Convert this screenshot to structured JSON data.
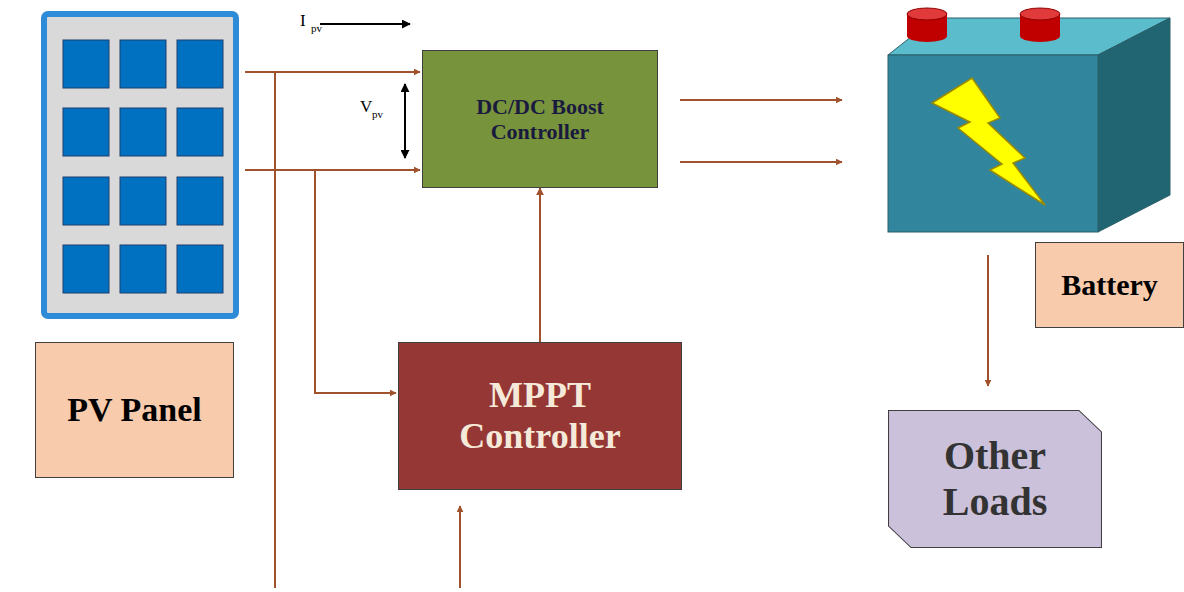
{
  "diagram": {
    "nodes": [
      {
        "text": [
          "PV Panel"
        ]
      },
      {
        "text": [
          "DC/DC Boost Controller"
        ]
      },
      {
        "text": [
          "MPPT Controller"
        ]
      },
      {
        "text": [
          "Battery"
        ]
      },
      {
        "text": [
          "Other Loads"
        ]
      }
    ],
    "edges": [
      {
        "from": 2,
        "to": 1,
        "arrow": "to"
      }
    ],
    "labels": [
      "I",
      "pv",
      "V",
      "pv"
    ]
  }
}
